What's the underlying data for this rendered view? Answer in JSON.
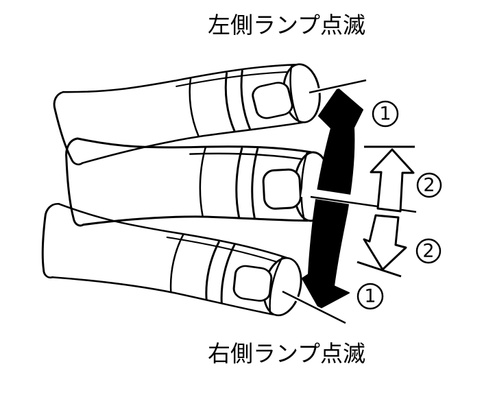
{
  "diagram": {
    "caption_top": "左側ランプ点滅",
    "caption_bottom": "右側ランプ点滅",
    "markers": {
      "full_up": "1",
      "half_up": "2",
      "half_down": "2",
      "full_down": "1"
    },
    "colors": {
      "line": "#000000",
      "background": "#ffffff"
    }
  }
}
